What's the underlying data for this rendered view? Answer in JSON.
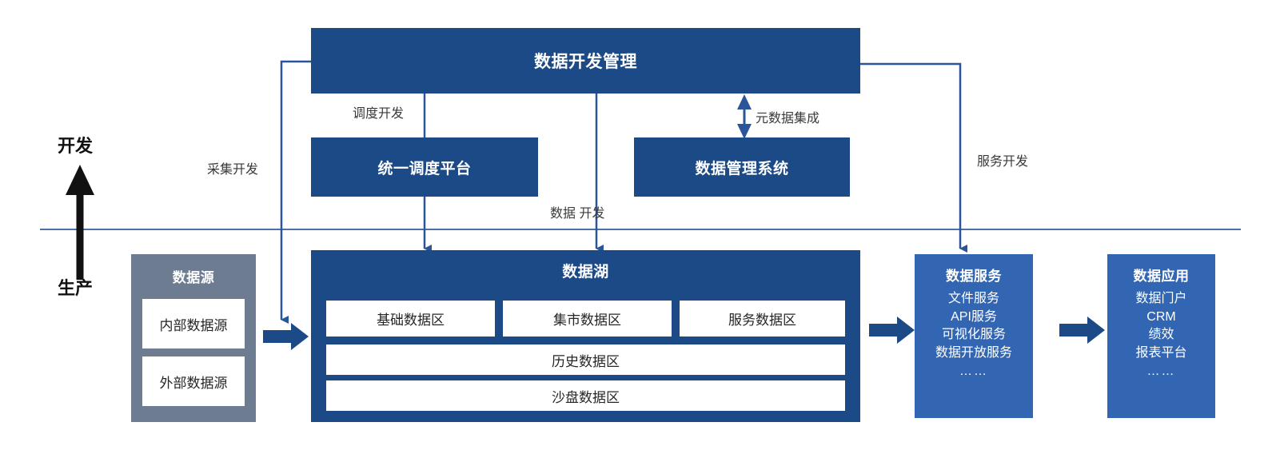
{
  "diagram": {
    "title_top": "数据开发管理",
    "colors": {
      "dark_blue": "#1B4A87",
      "mid_blue": "#3366B2",
      "gray": "#6E7C92",
      "line_blue": "#2A5699",
      "divider": "#4A72A8",
      "text_dark": "#3a3a3a"
    },
    "axis": {
      "top_label": "开发",
      "bottom_label": "生产"
    },
    "top_box": {
      "label": "数据开发管理"
    },
    "dev_boxes": [
      {
        "label": "统一调度平台"
      },
      {
        "label": "数据管理系统"
      }
    ],
    "flow_labels": {
      "scheduling_dev": "调度开发",
      "collection_dev": "采集开发",
      "metadata_integration": "元数据集成",
      "service_dev": "服务开发",
      "data_dev": "数据 开发"
    },
    "data_source": {
      "title": "数据源",
      "items": [
        {
          "label": "内部数据源"
        },
        {
          "label": "外部数据源"
        }
      ]
    },
    "data_lake": {
      "title": "数据湖",
      "zones_row1": [
        {
          "label": "基础数据区"
        },
        {
          "label": "集市数据区"
        },
        {
          "label": "服务数据区"
        }
      ],
      "zones_row2": [
        {
          "label": "历史数据区"
        }
      ],
      "zones_row3": [
        {
          "label": "沙盘数据区"
        }
      ]
    },
    "data_service": {
      "title": "数据服务",
      "items": [
        {
          "label": "文件服务"
        },
        {
          "label": "API服务"
        },
        {
          "label": "可视化服务"
        },
        {
          "label": "数据开放服务"
        },
        {
          "label": "……"
        }
      ]
    },
    "data_application": {
      "title": "数据应用",
      "items": [
        {
          "label": "数据门户"
        },
        {
          "label": "CRM"
        },
        {
          "label": "绩效"
        },
        {
          "label": "报表平台"
        },
        {
          "label": "……"
        }
      ]
    }
  }
}
